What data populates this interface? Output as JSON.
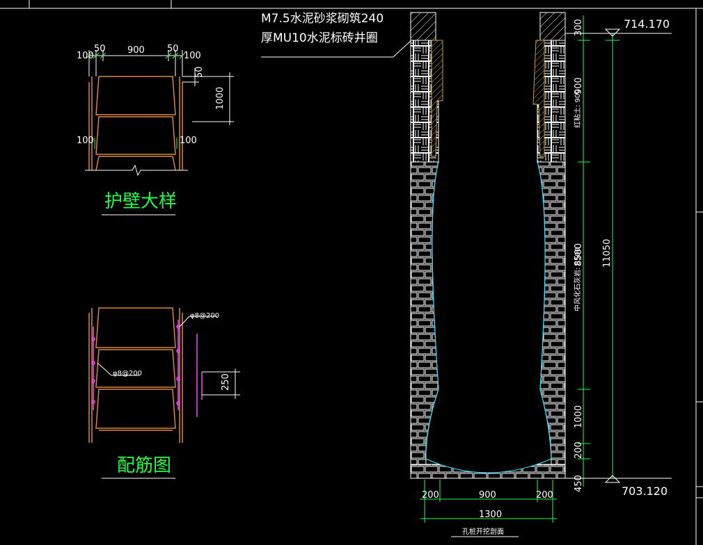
{
  "note": {
    "line1": "M7.5水泥砂浆砌筑240",
    "line2": "厚MU10水泥标砖井圈"
  },
  "detail_wall": {
    "title": "护壁大样",
    "dims": {
      "left_outer": "100",
      "left_gap": "50",
      "width": "900",
      "right_gap": "50",
      "right_outer": "100",
      "top_step": "50",
      "height": "1000",
      "left_mid": "100",
      "right_mid": "100"
    }
  },
  "detail_rebar": {
    "title": "配筋图",
    "label_top": "φ8@200",
    "label_mid": "φ8@200",
    "dim_250": "250"
  },
  "section": {
    "title": "孔桩开挖剖面",
    "elev_top": "714.170",
    "elev_bottom": "703.120",
    "dims_right": {
      "d300": "300",
      "d900": "900",
      "d8500": "8500",
      "d1000": "1000",
      "d200": "200",
      "d450": "450",
      "total": "11050"
    },
    "layer_labels": {
      "upper": "红粘土: 900",
      "middle": "中风化石灰岩: 8500"
    },
    "dims_bottom": {
      "left": "200",
      "mid": "900",
      "right": "200",
      "total": "1300"
    }
  }
}
